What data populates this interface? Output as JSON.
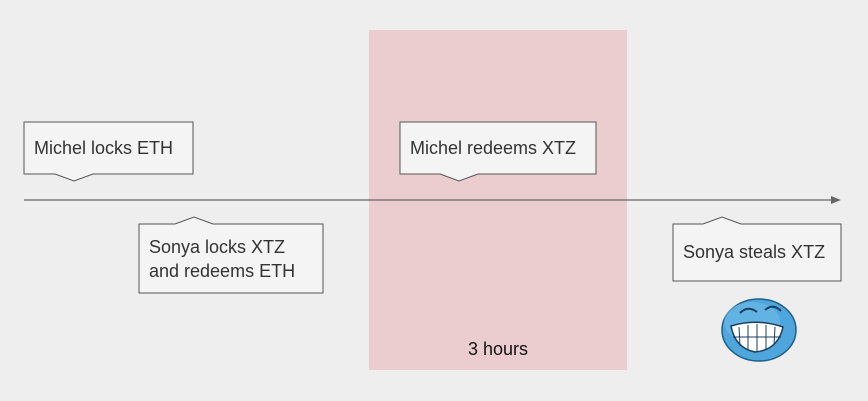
{
  "timeline": {
    "events": [
      {
        "id": "michel-locks",
        "label": "Michel locks ETH"
      },
      {
        "id": "sonya-locks",
        "label_line1": "Sonya locks XTZ",
        "label_line2": "and redeems ETH"
      },
      {
        "id": "michel-redeems",
        "label": "Michel redeems XTZ"
      },
      {
        "id": "sonya-steals",
        "label": "Sonya steals XTZ"
      }
    ],
    "window": {
      "label": "3 hours",
      "color": "#ebcdd0"
    },
    "axis_color": "#666666",
    "callout_border": "#555555",
    "callout_fill": "#f4f4f4"
  },
  "icons": {
    "face": "laughing-troll-face-icon",
    "face_color": "#4ea6dc"
  }
}
